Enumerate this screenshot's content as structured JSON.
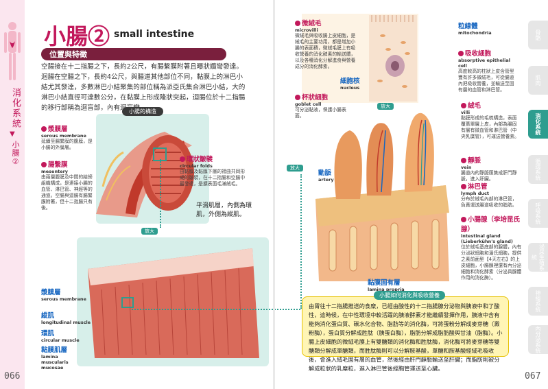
{
  "page": {
    "title_zh": "小腸②",
    "title_en": "small intestine",
    "chapter": "消化系統",
    "chapter_sub": "小腸②",
    "page_left": "066",
    "page_right": "067"
  },
  "section": {
    "label": "位置與特徵",
    "text": "空腸接在十二指腸之下，長約2公尺，有腸繫膜附著且曝狀纜彎發達。迴腸在空腸之下，長約4公尺，與腸道其他部位不同，黏膜上的淋巴小結尤其發達，多數淋巴小結聚集的部位稱為派亞氏集合淋巴小結，大的淋巴小結直徑可達數公分，在黏膜上形成隆狀突起，迴腸位於十二指腸的移行部稱為迴盲部，內有迴盲瓣。"
  },
  "figure1": {
    "tag": "小腸的構造",
    "labels": [
      {
        "zh": "漿膜層",
        "en": "serous membrane",
        "desc": "延續至腸繫膜的腹膜，是小腸的外膜層。"
      },
      {
        "zh": "腸繫膜",
        "en": "mesentery",
        "desc": "由兩層腹膜及中間的結締組織構成，是連接小腸的血管、淋巴管、神經等的通道。空腸與迴腸有腸繫膜附著，但十二指腸只有後。"
      },
      {
        "zh": "環狀皺襞",
        "en": "circular folds",
        "desc": "由黏膜及黏膜下層的褶曲共同形成的皺襞，在十二指腸和空腸中最發達，是擴表面毛滿絨毛。"
      }
    ],
    "note": "平滑肌層，內側為環肌，外側為縱肌。",
    "zoom": "放大"
  },
  "figure2": {
    "labels": [
      {
        "zh": "漿膜層",
        "en": "serous membrane"
      },
      {
        "zh": "縱肌",
        "en": "longitudinal muscle"
      },
      {
        "zh": "環肌",
        "en": "circular muscle"
      },
      {
        "zh": "黏膜肌層",
        "en": "lamina muscularis mucosae"
      }
    ]
  },
  "figure3": {
    "microvilli": {
      "zh": "微絨毛",
      "en": "microvilli",
      "desc": "微絨毛與吸收腸上皮細胞，是絨毛的主要功用，都是增加小腸的表面積，微絨毛膜上有吸收營養的消化酵素的輸送體，以及各種消化分解進食與營養成分的消化酵素。"
    },
    "mitochondria": {
      "zh": "粒線體",
      "en": "mitochondria"
    },
    "absorptive": {
      "zh": "吸收細胞",
      "en": "absorptive epithelial cell",
      "desc": "高度較高的柱狀上皮含管型豐有許多微絨毛，可從腸道內把吸收營養，並輸送至固有層的血管和淋巴管。"
    },
    "nucleus": {
      "zh": "細胞核",
      "en": "nucleus"
    },
    "goblet": {
      "zh": "杯狀細胞",
      "en": "goblet cell",
      "desc": "可分泌黏液，保護小腸表面。"
    },
    "villi": {
      "zh": "絨毛",
      "en": "villi",
      "desc": "黏膜形成的毛梳構造，表面覆蓋單層上皮，內部為腸固有層有微血管和淋巴管（中央乳糜管），可運送營養素。"
    },
    "artery": {
      "zh": "動脈",
      "en": "artery"
    },
    "vein": {
      "zh": "靜脈",
      "en": "vein",
      "desc": "腸道內的靜脈匯集成肝門靜脈，進入肝臟。"
    },
    "lymph": {
      "zh": "淋巴管",
      "en": "lymph duct",
      "desc": "分布於絨毛內部的淋巴管，負責運送腸道吸收的脂肪。"
    },
    "gland": {
      "zh": "小腸腺（李培昆氏腺）",
      "en": "intestinal gland (Lieberkühn's gland)",
      "desc": "位於絨毛基底部的腺體，內有分泌狀細胞和潘氏細胞，提供之素前面型【4天左右】的上皮細胞，小腸腺裡還有內分泌細胞和消化酵素（分泌具腺體作用的消化酶）。"
    },
    "lamina": {
      "zh": "黏膜固有層",
      "en": "lamina propria"
    },
    "zoom1": "放大",
    "zoom2": "放大"
  },
  "info": {
    "heading": "小腸如何消化與吸收營養",
    "text": "由胃往十二指腸推送的食糜，已經由酸性的十二指腸腺分泌物與胰液中和了酸性，這時候，在中性環境中較活躍的胰液酵素才能繼續發揮作用，胰液中含有能夠消化蛋白質、碳水化合物、脂肪等的消化酶，可將蛋粉分解成麥芽糖（澱粉酶），蛋白質分解成胜肽（胰蛋白酶），脂肪分解成脂肪酸與甘油（脂酶）。小腸上皮細胞的微絨毛膜上有雙醣類的消化酶和胜肽酶，消化酶可將麥芽糖等雙醣類分解成單醣類，而胜肽酶則可以分解胺基酸，單醣和胺基酸經絨毛吸收後，會進入絨毛固有層的血管，然後經由肝門靜脈輸送至肝臟；而脂肪則被分解成粒狀的乳糜粒，進入淋巴管後經胸管運送至心臟。"
  },
  "right_tabs": [
    "骨骼",
    "肌肉",
    "消化系統",
    "循環系統",
    "呼吸系統",
    "泌尿生殖系統",
    "神經系統",
    "內分泌系統"
  ],
  "colors": {
    "accent": "#c2185b",
    "section": "#7a1f3d",
    "teal": "#2e9d8f",
    "panel": "#d7efea",
    "note_bg": "#fff5b5"
  }
}
